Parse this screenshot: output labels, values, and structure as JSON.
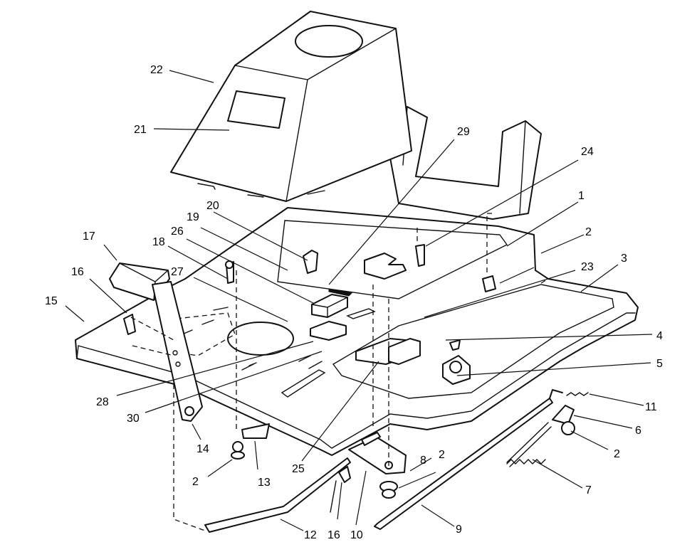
{
  "diagram": {
    "type": "exploded-parts-view",
    "line_color": "#111111",
    "background": "#ffffff",
    "callouts": [
      {
        "id": "c22",
        "text": "22"
      },
      {
        "id": "c21",
        "text": "21"
      },
      {
        "id": "c29",
        "text": "29"
      },
      {
        "id": "c24",
        "text": "24"
      },
      {
        "id": "c1",
        "text": "1"
      },
      {
        "id": "c2a",
        "text": "2"
      },
      {
        "id": "c3",
        "text": "3"
      },
      {
        "id": "c23",
        "text": "23"
      },
      {
        "id": "c20",
        "text": "20"
      },
      {
        "id": "c19",
        "text": "19"
      },
      {
        "id": "c26",
        "text": "26"
      },
      {
        "id": "c18",
        "text": "18"
      },
      {
        "id": "c17",
        "text": "17"
      },
      {
        "id": "c16a",
        "text": "16"
      },
      {
        "id": "c15",
        "text": "15"
      },
      {
        "id": "c27",
        "text": "27"
      },
      {
        "id": "c4",
        "text": "4"
      },
      {
        "id": "c5",
        "text": "5"
      },
      {
        "id": "c11",
        "text": "11"
      },
      {
        "id": "c6",
        "text": "6"
      },
      {
        "id": "c2b",
        "text": "2"
      },
      {
        "id": "c7",
        "text": "7"
      },
      {
        "id": "c28",
        "text": "28"
      },
      {
        "id": "c30",
        "text": "30"
      },
      {
        "id": "c14",
        "text": "14"
      },
      {
        "id": "c2c",
        "text": "2"
      },
      {
        "id": "c13",
        "text": "13"
      },
      {
        "id": "c25",
        "text": "25"
      },
      {
        "id": "c8",
        "text": "8"
      },
      {
        "id": "c2d",
        "text": "2"
      },
      {
        "id": "c12",
        "text": "12"
      },
      {
        "id": "c16b",
        "text": "16"
      },
      {
        "id": "c10",
        "text": "10"
      },
      {
        "id": "c9",
        "text": "9"
      }
    ]
  }
}
